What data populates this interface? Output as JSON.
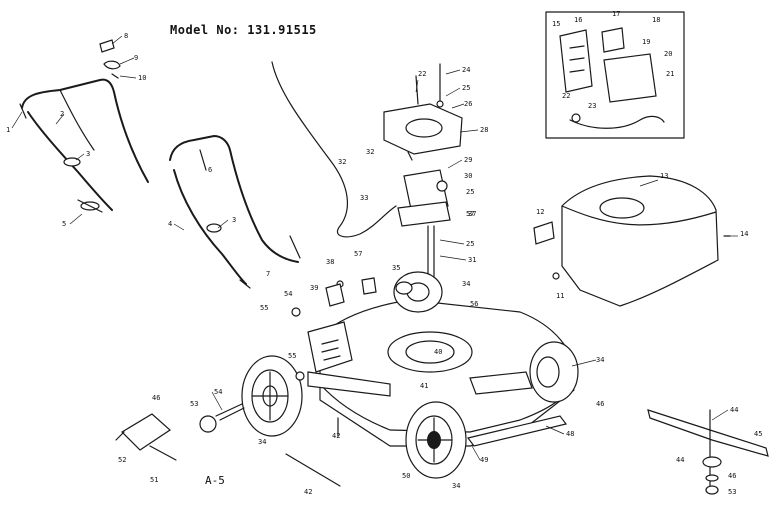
{
  "title": "Model No: 131.91515",
  "caption": "A-5",
  "parts": [
    {
      "id": "p1",
      "text": "1"
    },
    {
      "id": "p2",
      "text": "2"
    },
    {
      "id": "p3a",
      "text": "3"
    },
    {
      "id": "p3b",
      "text": "3"
    },
    {
      "id": "p4",
      "text": "4"
    },
    {
      "id": "p5",
      "text": "5"
    },
    {
      "id": "p6",
      "text": "6"
    },
    {
      "id": "p7",
      "text": "7"
    },
    {
      "id": "p8",
      "text": "8"
    },
    {
      "id": "p9",
      "text": "9"
    },
    {
      "id": "p10",
      "text": "10"
    },
    {
      "id": "p11",
      "text": "11"
    },
    {
      "id": "p12",
      "text": "12"
    },
    {
      "id": "p13",
      "text": "13"
    },
    {
      "id": "p14",
      "text": "14"
    },
    {
      "id": "p15",
      "text": "15"
    },
    {
      "id": "p16",
      "text": "16"
    },
    {
      "id": "p17",
      "text": "17"
    },
    {
      "id": "p18",
      "text": "18"
    },
    {
      "id": "p19",
      "text": "19"
    },
    {
      "id": "p20",
      "text": "20"
    },
    {
      "id": "p21",
      "text": "21"
    },
    {
      "id": "p22a",
      "text": "22"
    },
    {
      "id": "p22b",
      "text": "22"
    },
    {
      "id": "p23",
      "text": "23"
    },
    {
      "id": "p24",
      "text": "24"
    },
    {
      "id": "p25a",
      "text": "25"
    },
    {
      "id": "p25b",
      "text": "25"
    },
    {
      "id": "p25c",
      "text": "25"
    },
    {
      "id": "p26",
      "text": "26"
    },
    {
      "id": "p28",
      "text": "28"
    },
    {
      "id": "p29",
      "text": "29"
    },
    {
      "id": "p30",
      "text": "30"
    },
    {
      "id": "p31",
      "text": "31"
    },
    {
      "id": "p32a",
      "text": "32"
    },
    {
      "id": "p32b",
      "text": "32"
    },
    {
      "id": "p33",
      "text": "33"
    },
    {
      "id": "p34a",
      "text": "34"
    },
    {
      "id": "p34b",
      "text": "34"
    },
    {
      "id": "p34c",
      "text": "34"
    },
    {
      "id": "p34d",
      "text": "34"
    },
    {
      "id": "p35",
      "text": "35"
    },
    {
      "id": "p37",
      "text": "37"
    },
    {
      "id": "p38",
      "text": "38"
    },
    {
      "id": "p39",
      "text": "39"
    },
    {
      "id": "p40",
      "text": "40"
    },
    {
      "id": "p41",
      "text": "41"
    },
    {
      "id": "p42a",
      "text": "42"
    },
    {
      "id": "p42b",
      "text": "42"
    },
    {
      "id": "p44a",
      "text": "44"
    },
    {
      "id": "p44b",
      "text": "44"
    },
    {
      "id": "p45",
      "text": "45"
    },
    {
      "id": "p46a",
      "text": "46"
    },
    {
      "id": "p46b",
      "text": "46"
    },
    {
      "id": "p46c",
      "text": "46"
    },
    {
      "id": "p48",
      "text": "48"
    },
    {
      "id": "p49",
      "text": "49"
    },
    {
      "id": "p50",
      "text": "50"
    },
    {
      "id": "p51",
      "text": "51"
    },
    {
      "id": "p52",
      "text": "52"
    },
    {
      "id": "p53a",
      "text": "53"
    },
    {
      "id": "p53b",
      "text": "53"
    },
    {
      "id": "p54a",
      "text": "54"
    },
    {
      "id": "p54b",
      "text": "54"
    },
    {
      "id": "p55a",
      "text": "55"
    },
    {
      "id": "p55b",
      "text": "55"
    },
    {
      "id": "p56",
      "text": "56"
    },
    {
      "id": "p57a",
      "text": "57"
    },
    {
      "id": "p57b",
      "text": "57"
    }
  ]
}
